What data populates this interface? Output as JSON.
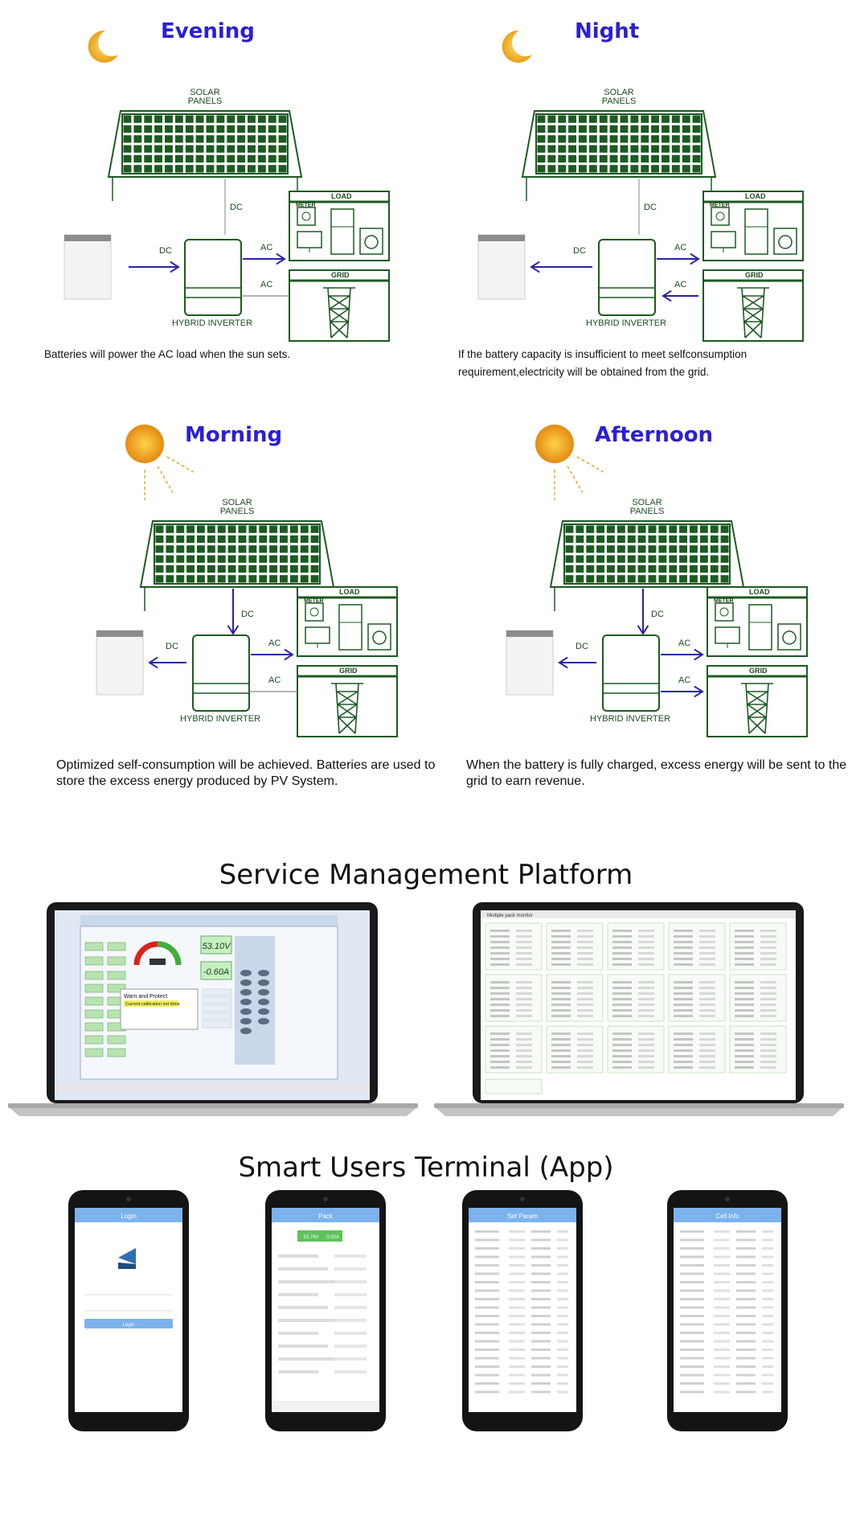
{
  "panels": [
    {
      "id": "evening",
      "title": "Evening",
      "sky_icon": "moon-icon",
      "labels": {
        "solar": "SOLAR\nPANELS",
        "dc_top": "DC",
        "dc_side": "DC",
        "ac_load": "AC",
        "ac_grid": "AC",
        "inverter": "HYBRID INVERTER",
        "load": "LOAD",
        "meter": "METER",
        "grid": "GRID"
      },
      "caption": "Batteries will power the AC load when the sun sets."
    },
    {
      "id": "night",
      "title": "Night",
      "sky_icon": "moon-icon",
      "labels": {
        "solar": "SOLAR\nPANELS",
        "dc_top": "DC",
        "dc_side": "DC",
        "ac_load": "AC",
        "ac_grid": "AC",
        "inverter": "HYBRID INVERTER",
        "load": "LOAD",
        "meter": "METER",
        "grid": "GRID"
      },
      "caption": "If the battery capacity is insufficient to meet selfconsumption requirement,electricity will be obtained from the grid."
    },
    {
      "id": "morning",
      "title": "Morning",
      "sky_icon": "sun-icon",
      "labels": {
        "solar": "SOLAR\nPANELS",
        "dc_top": "DC",
        "dc_side": "DC",
        "ac_load": "AC",
        "ac_grid": "AC",
        "inverter": "HYBRID INVERTER",
        "load": "LOAD",
        "meter": "METER",
        "grid": "GRID"
      },
      "caption": "Optimized self-consumption will be achieved. Batteries are used to store the excess energy produced by PV System."
    },
    {
      "id": "afternoon",
      "title": "Afternoon",
      "sky_icon": "sun-icon",
      "labels": {
        "solar": "SOLAR\nPANELS",
        "dc_top": "DC",
        "dc_side": "DC",
        "ac_load": "AC",
        "ac_grid": "AC",
        "inverter": "HYBRID INVERTER",
        "load": "LOAD",
        "meter": "METER",
        "grid": "GRID"
      },
      "caption": "When the battery is fully charged, excess energy will be sent to the grid to earn revenue."
    }
  ],
  "service_platform": {
    "title": "Service Management Platform",
    "left_screen": {
      "voltage": "53.10V",
      "current": "-0.60A",
      "warn_title": "Warn and Protect",
      "warn_text": "Current calibration not done"
    },
    "right_screen": {
      "window_title": "Multiple pack monitor"
    }
  },
  "app": {
    "title": "Smart Users Terminal (App)",
    "phones": [
      {
        "header": "Login",
        "button": "Login"
      },
      {
        "header": "Pack",
        "voltage": "53.74V",
        "current": "0.00A"
      },
      {
        "header": "Set Param"
      },
      {
        "header": "Cell Info"
      }
    ]
  },
  "colors": {
    "title_blue": "#2b1fd6",
    "diagram_green": "#1d5a22",
    "arrow_blue": "#2a22a8"
  }
}
